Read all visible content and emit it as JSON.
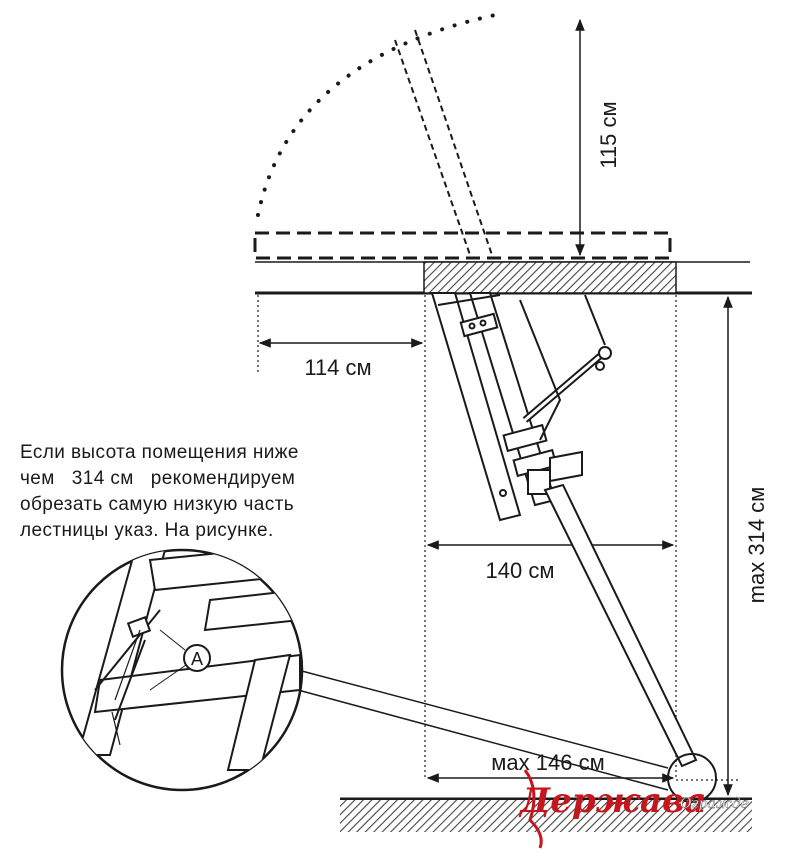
{
  "dimensions": {
    "top_clearance": "115 см",
    "wall_offset": "114 см",
    "opening_length": "140 см",
    "max_height": "max  314  см",
    "max_footprint": "мах  146  см"
  },
  "note": {
    "lines": [
      "Если высота помещения ниже",
      "чем   314 см   рекомендируем",
      "обрезать самую низкую часть",
      "лестницы указ. На рисунке."
    ]
  },
  "callout_label": "A",
  "watermark": {
    "brand": "Держава",
    "subtitle": "Огражде"
  },
  "colors": {
    "line": "#1a1a1a",
    "brand": "#c4161c",
    "hatch": "#555555"
  }
}
